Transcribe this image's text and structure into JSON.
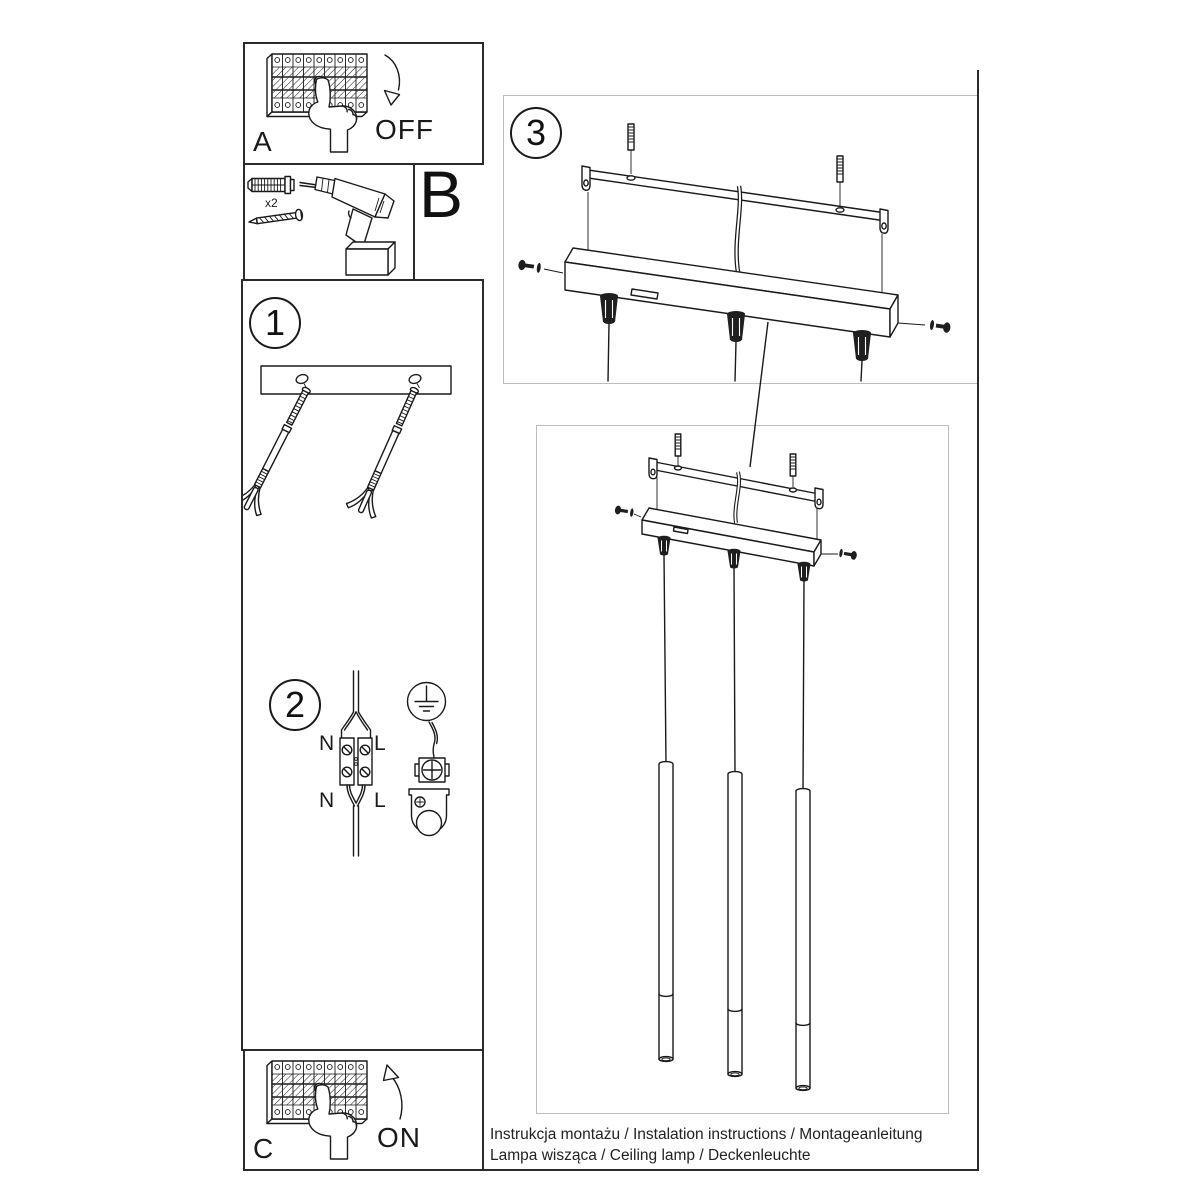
{
  "footer": {
    "line1": "Instrukcja montażu / Instalation instructions / Montageanleitung",
    "line2": "Lampa wisząca / Ceiling lamp / Deckenleuchte"
  },
  "steps": {
    "breaker_off": {
      "label": "A",
      "action": "OFF"
    },
    "tools": {
      "label": "B",
      "plug_quantity": "x2"
    },
    "step1": {
      "number": "1"
    },
    "step2": {
      "number": "2",
      "terminal_top_left": "N",
      "terminal_top_right": "L",
      "terminal_bottom_left": "N",
      "terminal_bottom_right": "L"
    },
    "step3": {
      "number": "3"
    },
    "breaker_on": {
      "label": "C",
      "action": "ON"
    }
  },
  "colors": {
    "ink": "#1a1a1a",
    "panel_border_dark": "#2b2b2b",
    "panel_border_light": "#bdbdbd"
  }
}
